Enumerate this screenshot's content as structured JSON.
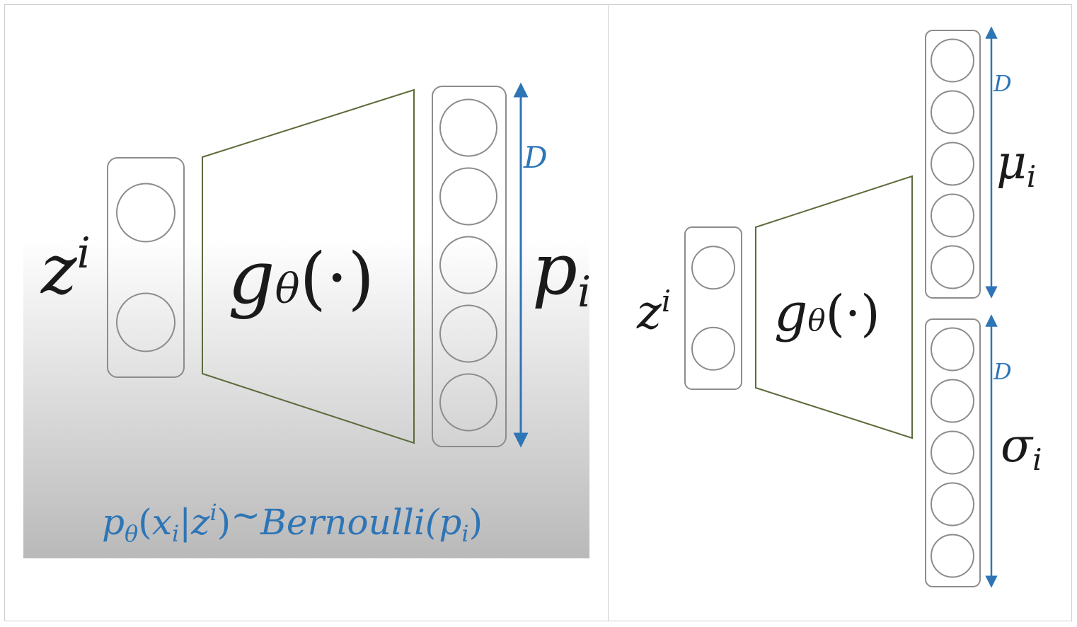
{
  "colors": {
    "node_stroke": "#8c8c8c",
    "trapezoid_stroke": "#5b6b3a",
    "arrow": "#2e75b6",
    "label_blue": "#2e75b6",
    "text_dark": "#1a1a1a"
  },
  "left_panel": {
    "input_label_base": "z",
    "input_label_sup": "i",
    "decoder_label_main": "g",
    "decoder_label_sub": "θ",
    "decoder_label_args": "(·)",
    "output_label_base": "p",
    "output_label_sub": "i",
    "dim_label": "D",
    "input_node_count": 2,
    "output_node_count": 5,
    "formula": {
      "p": "p",
      "theta": "θ",
      "open": "(",
      "x": "x",
      "x_sub": "i",
      "bar": "|",
      "z": "z",
      "z_sup": "i",
      "close": ")",
      "tilde": "~",
      "dist": "Bernoulli(",
      "p2": "p",
      "p2_sub": "i",
      "close2": ")"
    }
  },
  "right_panel": {
    "input_label_base": "z",
    "input_label_sup": "i",
    "decoder_label_main": "g",
    "decoder_label_sub": "θ",
    "decoder_label_args": "(·)",
    "mu_label_base": "μ",
    "mu_label_sub": "i",
    "sigma_label_base": "σ",
    "sigma_label_sub": "i",
    "mu_dim_label": "D",
    "sigma_dim_label": "D",
    "input_node_count": 2,
    "mu_node_count": 5,
    "sigma_node_count": 5
  }
}
